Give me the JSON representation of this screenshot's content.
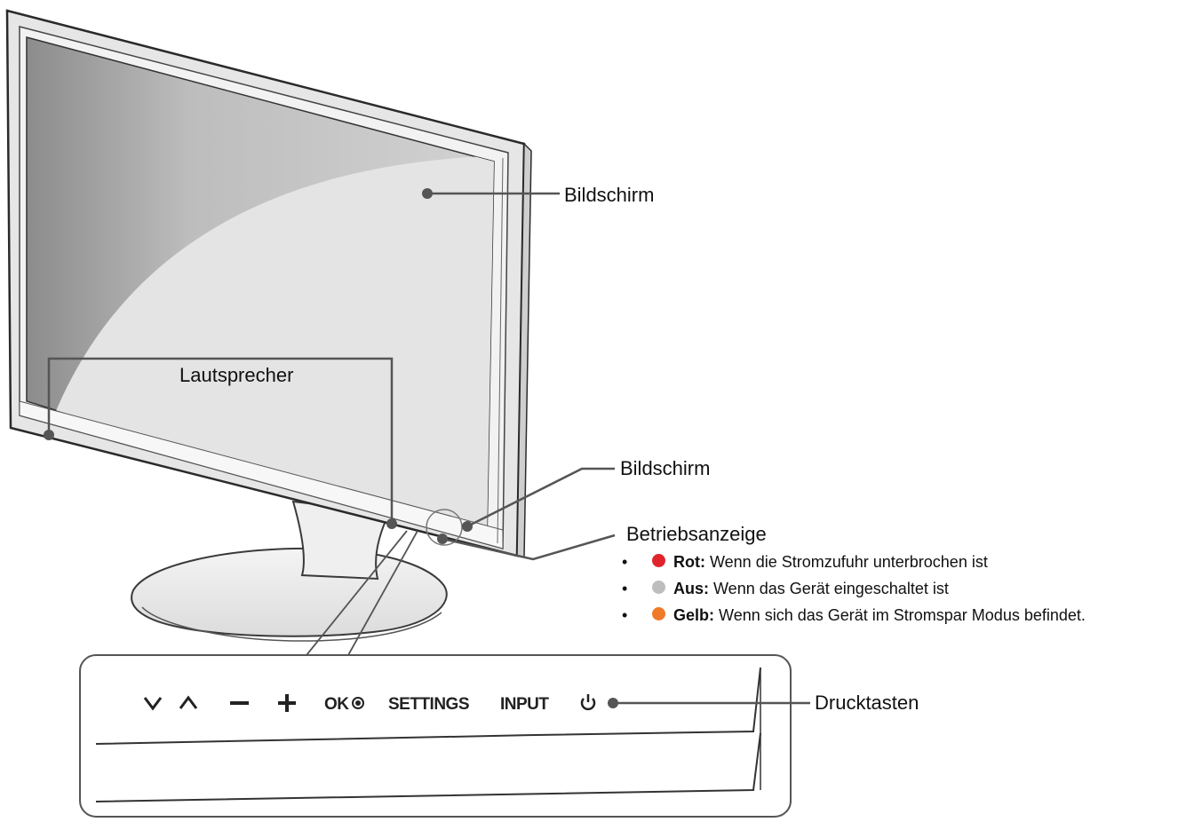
{
  "labels": {
    "screen_top": "Bildschirm",
    "speaker": "Lautsprecher",
    "screen_bottom": "Bildschirm",
    "power_indicator": "Betriebsanzeige",
    "buttons": "Drucktasten"
  },
  "indicator_states": [
    {
      "name": "Rot:",
      "text": "Wenn die Stromzufuhr unterbrochen ist",
      "color": "#e0242b"
    },
    {
      "name": "Aus:",
      "text": "Wenn das Gerät eingeschaltet ist",
      "color": "#bdbdbd"
    },
    {
      "name": "Gelb:",
      "text": "Wenn sich das Gerät im Stromspar Modus befindet.",
      "color": "#f07a2a"
    }
  ],
  "bullet_char": "•",
  "buttons": [
    {
      "label": "∨",
      "icon": "chevron-down-icon"
    },
    {
      "label": "∧",
      "icon": "chevron-up-icon"
    },
    {
      "label": "−",
      "icon": "minus-icon"
    },
    {
      "label": "+",
      "icon": "plus-icon"
    },
    {
      "label": "OK",
      "icon": "ok-button"
    },
    {
      "label": "SETTINGS",
      "icon": "settings-button"
    },
    {
      "label": "INPUT",
      "icon": "input-button"
    },
    {
      "label": "⏻",
      "icon": "power-icon"
    }
  ]
}
